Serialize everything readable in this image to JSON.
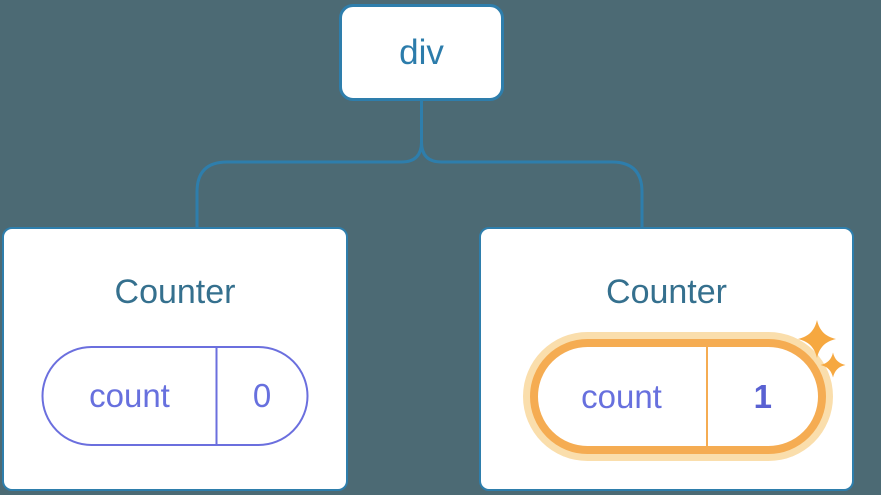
{
  "colors": {
    "background": "#4C6A74",
    "node-fill": "#FFFFFF",
    "blue": "#2E7EAC",
    "node-label": "#2C7CAB",
    "title": "#35708E",
    "purple": "#6B6FDE",
    "purple-text": "#6770DE",
    "value-bold": "#5961D2",
    "orange": "#F5AC52",
    "orange-glow": "#FADEAC",
    "sparkle": "#F6A840"
  },
  "tree": {
    "root": {
      "label": "div"
    },
    "children": [
      {
        "title": "Counter",
        "state": {
          "key": "count",
          "value": "0"
        },
        "highlighted": false
      },
      {
        "title": "Counter",
        "state": {
          "key": "count",
          "value": "1"
        },
        "highlighted": true,
        "badge_icon": "sparkle-icon"
      }
    ]
  }
}
